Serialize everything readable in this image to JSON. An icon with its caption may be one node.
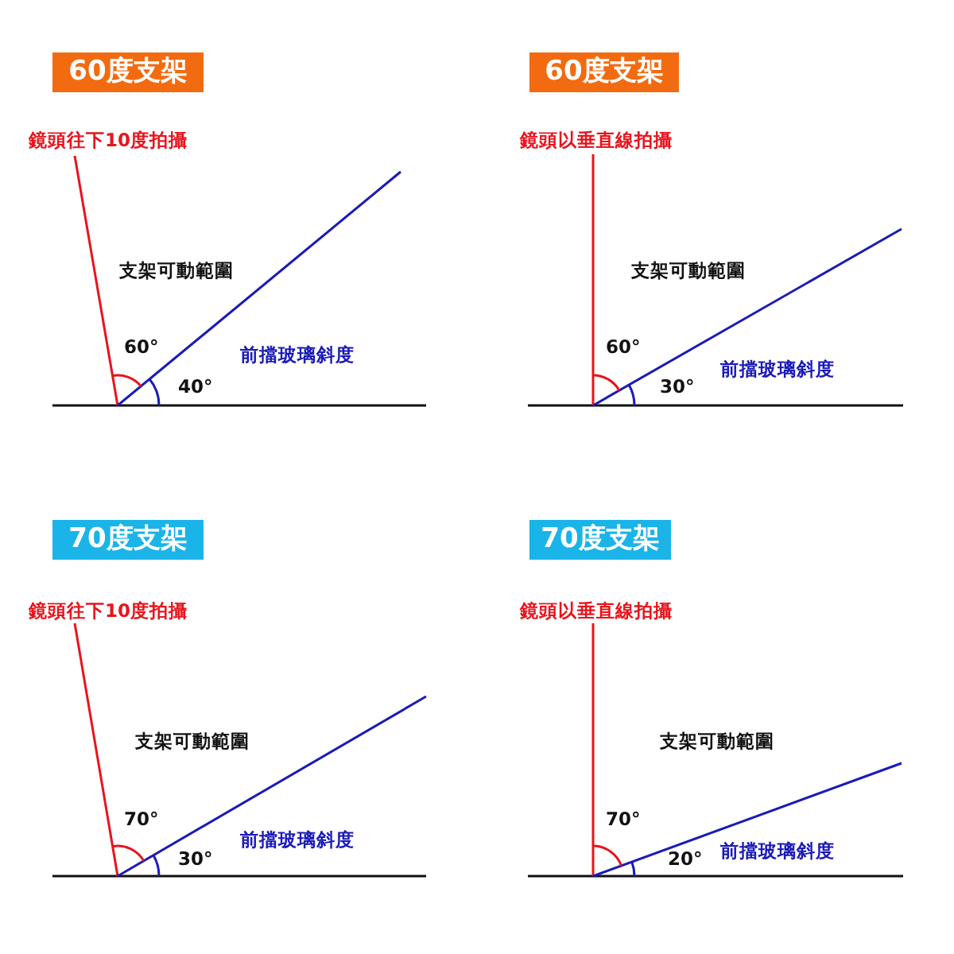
{
  "diagram": {
    "nodes": [
      {
        "text": [
          "60度支架"
        ]
      },
      {
        "text": [
          "60度支架"
        ]
      },
      {
        "text": [
          "70度支架"
        ]
      },
      {
        "text": [
          "70度支架"
        ]
      }
    ],
    "labels": [
      "鏡頭往下10度拍攝",
      "支架可動範圍",
      "60°",
      "前擋玻璃斜度",
      "40°",
      "鏡頭以垂直線拍攝",
      "支架可動範圍",
      "60°",
      "前擋玻璃斜度",
      "30°",
      "鏡頭往下10度拍攝",
      "支架可動範圍",
      "70°",
      "前擋玻璃斜度",
      "30°",
      "鏡頭以垂直線拍攝",
      "支架可動範圍",
      "70°",
      "前擋玻璃斜度",
      "20°"
    ]
  }
}
